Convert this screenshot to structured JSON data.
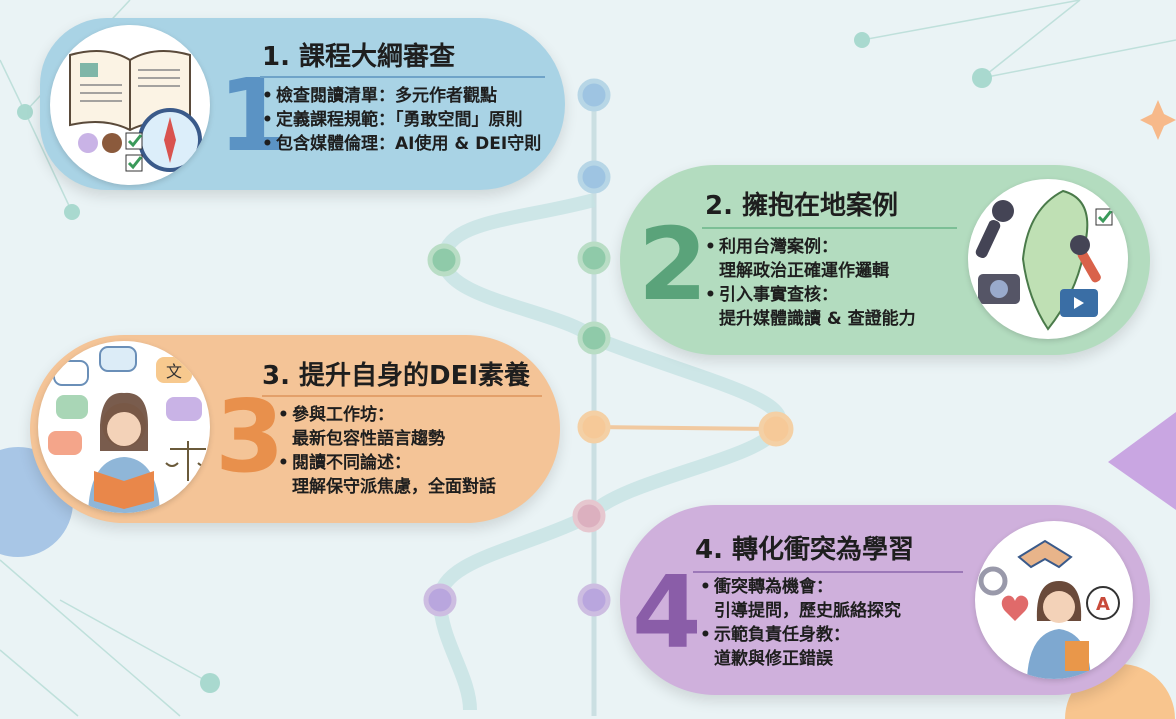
{
  "colors": {
    "blue": "#a9d3e5",
    "green": "#b3dcbf",
    "orange": "#f4c497",
    "purple": "#cfb0dc",
    "line": "#b5d6d8"
  },
  "steps": [
    {
      "number": "1",
      "title": "1. 課程大綱審查",
      "bullets": [
        "檢查閱讀清單：多元作者觀點",
        "定義課程規範：「勇敢空間」原則",
        "包含媒體倫理：AI使用 & DEI守則"
      ]
    },
    {
      "number": "2",
      "title": "2. 擁抱在地案例",
      "bullets": [
        {
          "head": "利用台灣案例：",
          "sub": "理解政治正確運作邏輯"
        },
        {
          "head": "引入事實查核：",
          "sub": "提升媒體識讀 & 查證能力"
        }
      ]
    },
    {
      "number": "3",
      "title": "3. 提升自身的DEI素養",
      "bullets": [
        {
          "head": "參與工作坊：",
          "sub": "最新包容性語言趨勢"
        },
        {
          "head": "閱讀不同論述：",
          "sub": "理解保守派焦慮，全面對話"
        }
      ]
    },
    {
      "number": "4",
      "title": "4. 轉化衝突為學習",
      "bullets": [
        {
          "head": "衝突轉為機會：",
          "sub": "引導提問，歷史脈絡探究"
        },
        {
          "head": "示範負責任身教：",
          "sub": "道歉與修正錯誤"
        }
      ]
    }
  ],
  "icons": {
    "speech_bubble_text": "文",
    "letter_badge": "A"
  }
}
